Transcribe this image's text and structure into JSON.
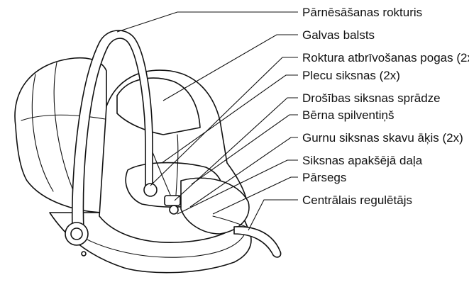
{
  "labels": [
    "Pārnēsāšanas rokturis",
    "Galvas balsts",
    "Roktura atbrīvošanas pogas (2x)",
    "Plecu siksnas (2x)",
    "Drošības siksnas sprādze",
    "Bērna spilventiņš",
    "Gurnu siksnas skavu āķis (2x)",
    "Siksnas apakšējā daļa",
    "Pārsegs",
    "Centrālais regulētājs"
  ],
  "colors": {
    "line": "#111111",
    "background": "#ffffff"
  },
  "icons": [
    "car-seat-illustration"
  ]
}
